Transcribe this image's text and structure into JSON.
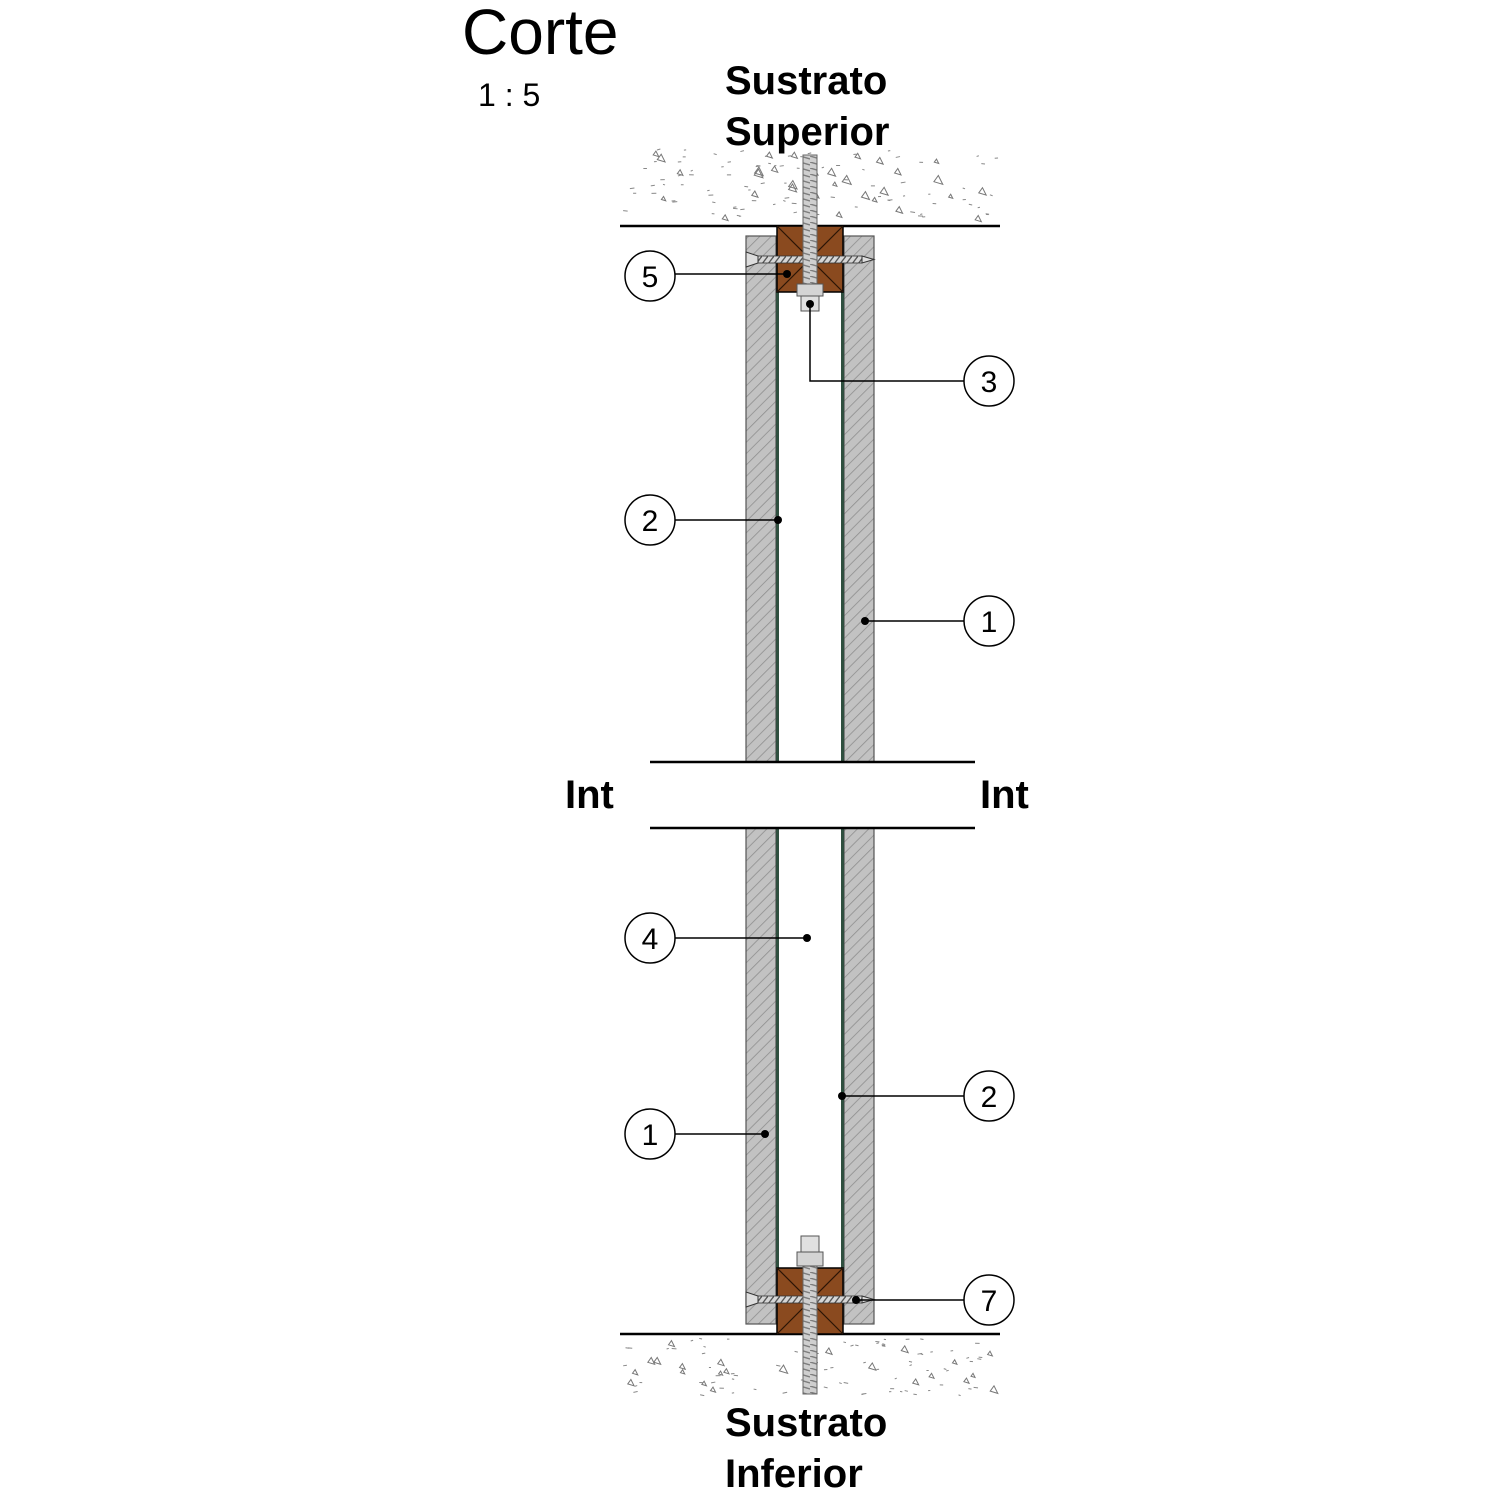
{
  "title": "Corte",
  "scale": "1 : 5",
  "labels": {
    "top_substrate_line1": "Sustrato",
    "top_substrate_line2": "Superior",
    "bottom_substrate_line1": "Sustrato",
    "bottom_substrate_line2": "Inferior",
    "left_side": "Int",
    "right_side": "Int"
  },
  "callouts": [
    {
      "number": "5"
    },
    {
      "number": "3"
    },
    {
      "number": "2"
    },
    {
      "number": "1"
    },
    {
      "number": "4"
    },
    {
      "number": "2"
    },
    {
      "number": "1"
    },
    {
      "number": "7"
    }
  ],
  "colors": {
    "board": "#bdbdbd",
    "board_hatch": "#8a8a8a",
    "glue_line": "#2f4f3f",
    "timber": "#8a4a1f",
    "rod": "#b8b8b8",
    "concrete_dots": "#777777"
  }
}
